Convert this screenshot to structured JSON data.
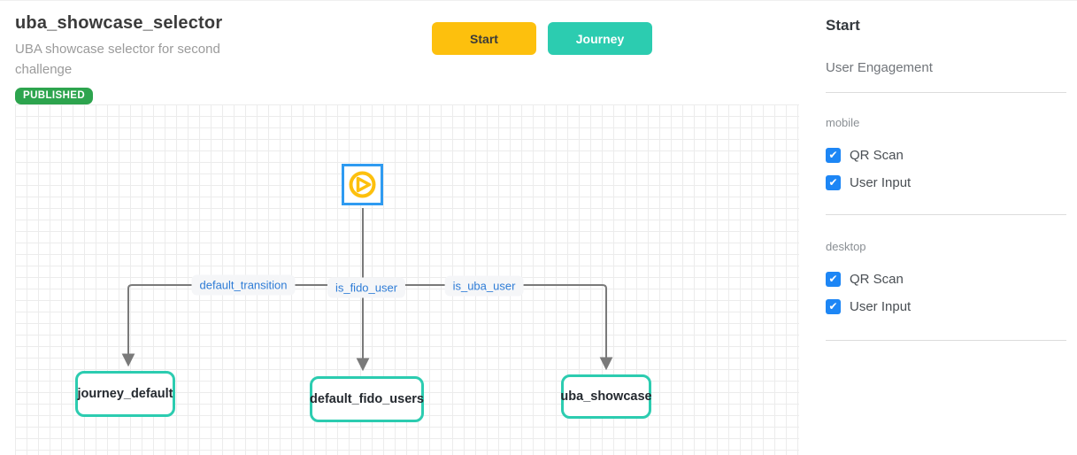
{
  "header": {
    "title": "uba_showcase_selector",
    "subtitle": "UBA showcase selector for second challenge",
    "status_badge": "PUBLISHED",
    "start_button": "Start",
    "journey_button": "Journey"
  },
  "canvas": {
    "start_node": {
      "type": "start",
      "icon": "play-icon",
      "border_color": "#2f9bf1",
      "icon_color": "#fdc00d"
    },
    "edges": [
      {
        "label": "default_transition",
        "target": "journey_default"
      },
      {
        "label": "is_fido_user",
        "target": "default_fido_users"
      },
      {
        "label": "is_uba_user",
        "target": "uba_showcase"
      }
    ],
    "nodes": [
      {
        "label": "journey_default"
      },
      {
        "label": "default_fido_users"
      },
      {
        "label": "uba_showcase"
      }
    ],
    "edge_color": "#7a7a7a",
    "node_border_color": "#2cccb0",
    "edge_label_color": "#2e7cd6"
  },
  "sidebar": {
    "title": "Start",
    "subtitle": "User Engagement",
    "sections": [
      {
        "label": "mobile",
        "options": [
          {
            "label": "QR Scan",
            "checked": true
          },
          {
            "label": "User Input",
            "checked": true
          }
        ]
      },
      {
        "label": "desktop",
        "options": [
          {
            "label": "QR Scan",
            "checked": true
          },
          {
            "label": "User Input",
            "checked": true
          }
        ]
      }
    ],
    "checkbox_color": "#1d86f5"
  },
  "colors": {
    "start_button_bg": "#fdc00d",
    "journey_button_bg": "#2cccb0",
    "badge_bg": "#2da44e",
    "grid_line": "#ececec"
  }
}
